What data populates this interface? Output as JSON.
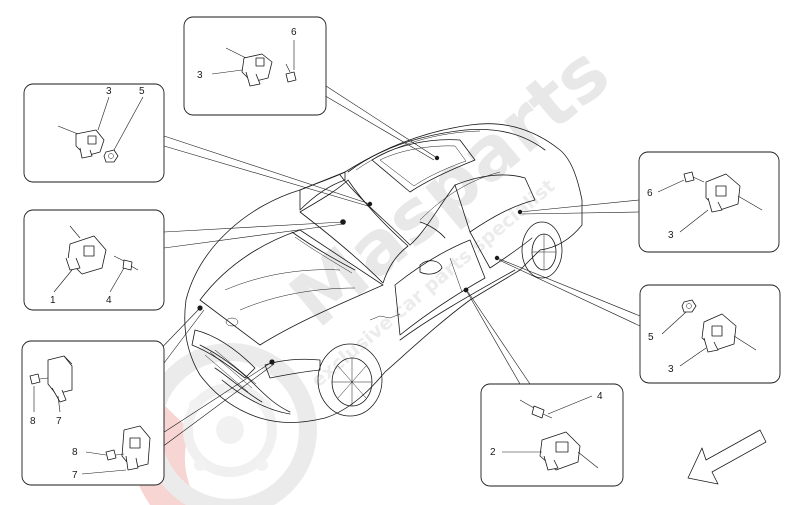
{
  "watermark": {
    "brand": "Masparts",
    "tagline": "exclusive car parts specialist",
    "logo_color": "#e53935"
  },
  "callouts": {
    "box_top": {
      "a": "3",
      "b": "6"
    },
    "box_upper_left": {
      "a": "3",
      "b": "5"
    },
    "box_mid_left": {
      "a": "1",
      "b": "4"
    },
    "box_lower_left": {
      "a": "8",
      "b": "7",
      "c": "8",
      "d": "7"
    },
    "box_right_top": {
      "a": "6",
      "b": "3"
    },
    "box_right_mid": {
      "a": "5",
      "b": "3"
    },
    "box_bottom": {
      "a": "4",
      "b": "2"
    }
  },
  "icons": [
    "direction-arrow-icon",
    "watermark-wheel-logo-icon"
  ]
}
